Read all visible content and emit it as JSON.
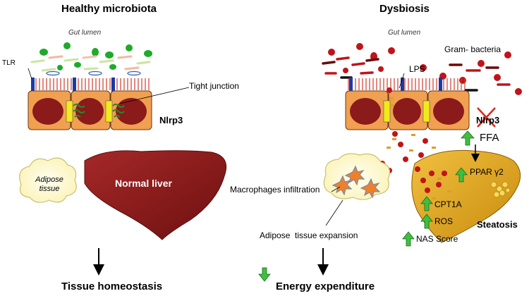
{
  "left": {
    "title": "Healthy microbiota",
    "lumen": "Gut lumen",
    "tlr": "TLR",
    "tight_junction": "Tight junction",
    "nlrp3": "Nlrp3",
    "adipose": "Adipose tissue",
    "liver": "Normal liver",
    "outcome": "Tissue homeostasis"
  },
  "right": {
    "title": "Dysbiosis",
    "lumen": "Gut lumen",
    "lps": "LPS",
    "gram": "Gram- bacteria",
    "nlrp3": "Nlrp3",
    "ffa": "FFA",
    "ppar": "PPAR γ2",
    "macrophages": "Macrophages infiltration",
    "cpt1a": "CPT1A",
    "ros": "ROS",
    "steatosis": "Steatosis",
    "nas": "NAS Score",
    "adipose_expansion": "Adipose  tissue expansion",
    "energy": "Energy expenditure"
  },
  "colors": {
    "cell": "#f0a050",
    "nucleus": "#8b1a1a",
    "junction": "#f2ea1a",
    "liver_healthy": "#8b1a1a",
    "liver_steatosis": "#e6a514",
    "up_arrow": "#3fbf3f",
    "bacteria_healthy": "#1faa2c",
    "bacteria_dysbiosis": "#c0141a"
  }
}
